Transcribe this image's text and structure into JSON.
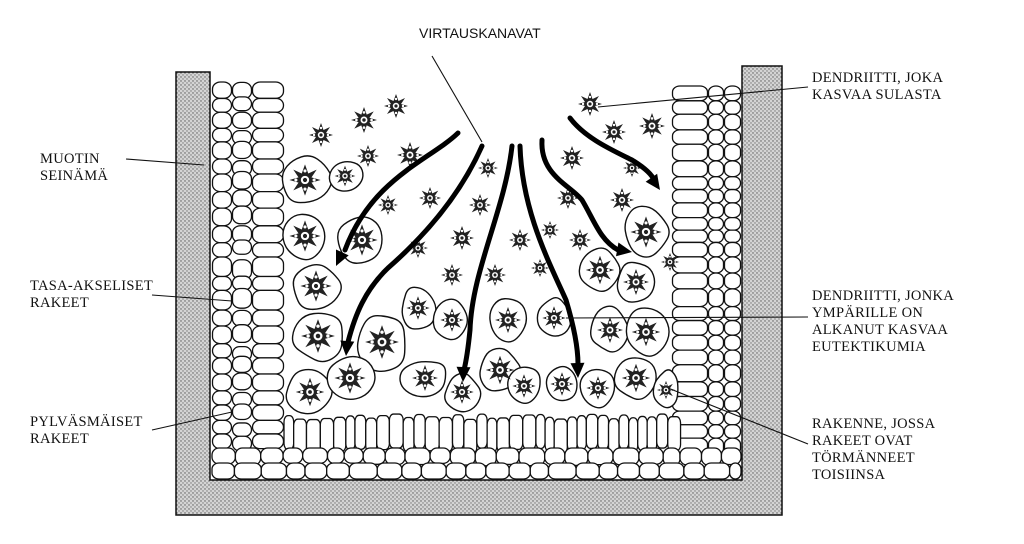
{
  "labels": {
    "flow_channels": "VIRTAUSKANAVAT",
    "mold_wall": [
      "MUOTIN",
      "SEINÄMÄ"
    ],
    "equiaxed": [
      "TASA-AKSELISET",
      "RAKEET"
    ],
    "columnar": [
      "PYLVÄSMÄISET",
      "RAKEET"
    ],
    "dendrite_melt": [
      "DENDRIITTI, JOKA",
      "KASVAA SULASTA"
    ],
    "dendrite_eutectic": [
      "DENDRIITTI, JONKA",
      "YMPÄRILLE ON",
      "ALKANUT KASVAA",
      "EUTEKTIKUMIA"
    ],
    "impinged": [
      "RAKENNE, JOSSA",
      "RAKEET OVAT",
      "TÖRMÄNNEET",
      "TOISIINSA"
    ]
  },
  "colors": {
    "ink": "#111111",
    "wall_fill": "#c8c8c8",
    "background": "#ffffff"
  }
}
